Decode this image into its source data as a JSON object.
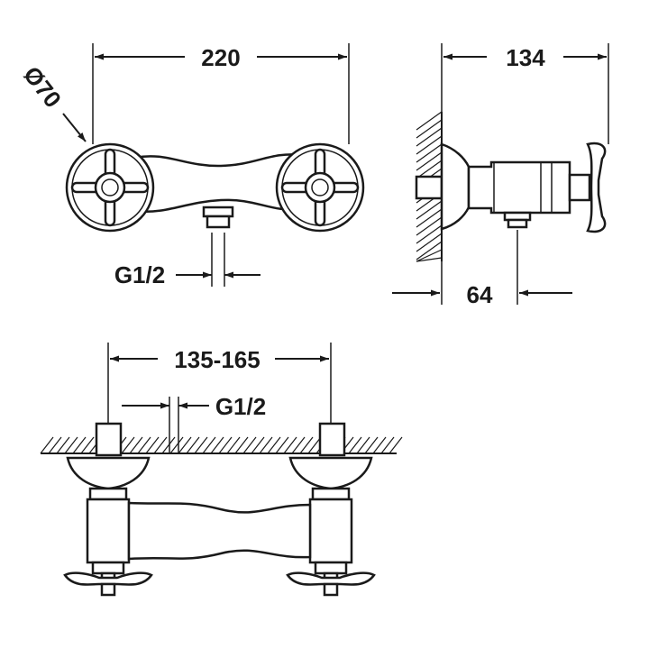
{
  "dimensions": {
    "width_total": "220",
    "rosette_diameter": "Ø70",
    "inlet_thread_front": "G1/2",
    "depth_total": "134",
    "outlet_offset": "64",
    "center_distance": "135-165",
    "inlet_thread_bottom": "G1/2"
  },
  "colors": {
    "line": "#1a1a1a",
    "background": "#ffffff"
  }
}
